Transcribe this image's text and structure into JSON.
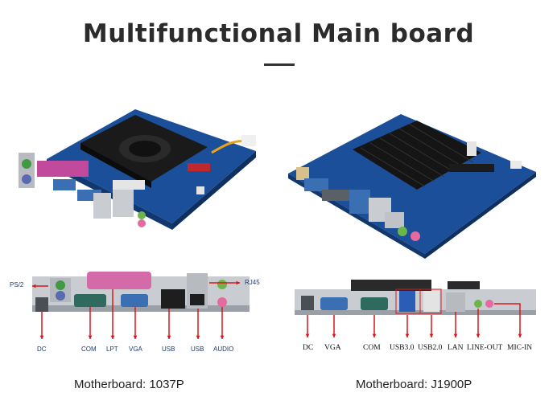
{
  "title": "Multifunctional Main board",
  "colors": {
    "arrow": "#d9161b",
    "board_blue": "#1c4f9a",
    "heatsink": "#1b1b1b",
    "title": "#2b2b2b"
  },
  "boards": [
    {
      "caption": "Motherboard: 1037P",
      "labels": {
        "ps2": "PS/2",
        "rj45": "RJ45",
        "dc": "DC",
        "com": "COM",
        "lpt": "LPT",
        "vga": "VGA",
        "usb1": "USB",
        "usb2": "USB",
        "audio": "AUDIO"
      }
    },
    {
      "caption": "Motherboard: J1900P",
      "labels": {
        "dc": "DC",
        "vga": "VGA",
        "com": "COM",
        "usb30": "USB3.0",
        "usb20": "USB2.0",
        "lan": "LAN",
        "lineout": "LINE-OUT",
        "micin": "MIC-IN"
      }
    }
  ]
}
